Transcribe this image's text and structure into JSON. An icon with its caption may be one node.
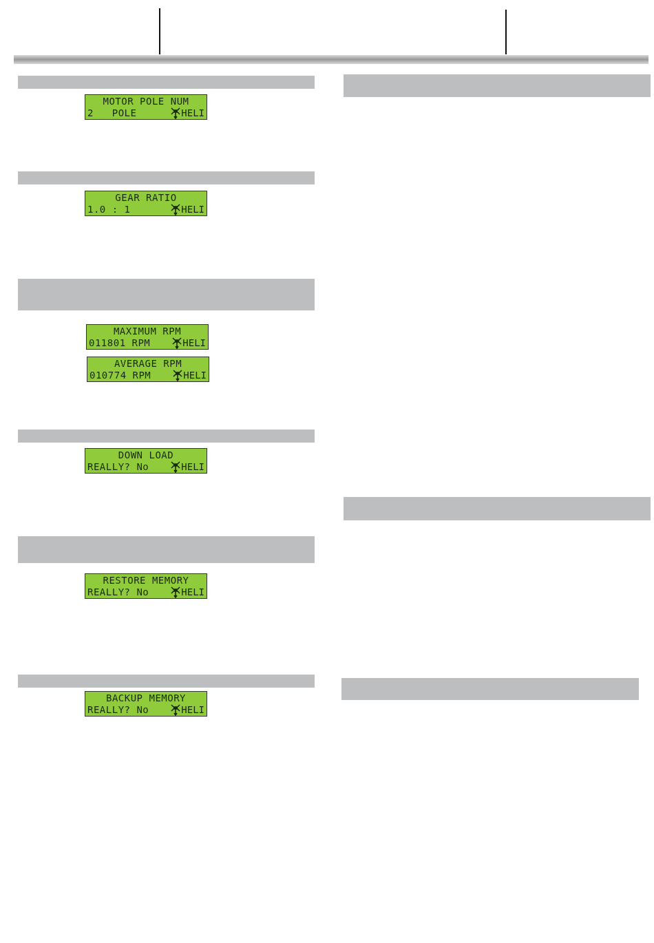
{
  "diagram": {
    "nodes": [
      {
        "text": [],
        "shape": "bar"
      },
      {
        "text": [
          "MOTOR POLE NUM",
          "2   POLE",
          "HELI"
        ]
      },
      {
        "text": [],
        "shape": "bar"
      },
      {
        "text": [
          "GEAR RATIO",
          "1.0 : 1",
          "HELI"
        ]
      },
      {
        "text": [],
        "shape": "bar"
      },
      {
        "text": [
          "MAXIMUM RPM",
          "011801 RPM",
          "HELI"
        ]
      },
      {
        "text": [
          "AVERAGE RPM",
          "010774 RPM",
          "HELI"
        ]
      },
      {
        "text": [],
        "shape": "bar"
      },
      {
        "text": [
          "DOWN LOAD",
          "REALLY? No",
          "HELI"
        ]
      },
      {
        "text": [],
        "shape": "bar"
      },
      {
        "text": [
          "RESTORE MEMORY",
          "REALLY? No",
          "HELI"
        ]
      },
      {
        "text": [],
        "shape": "bar"
      },
      {
        "text": [
          "BACKUP MEMORY",
          "REALLY? No",
          "HELI"
        ]
      },
      {
        "text": [],
        "shape": "bar"
      },
      {
        "text": [],
        "shape": "bar"
      },
      {
        "text": [],
        "shape": "bar"
      }
    ]
  }
}
